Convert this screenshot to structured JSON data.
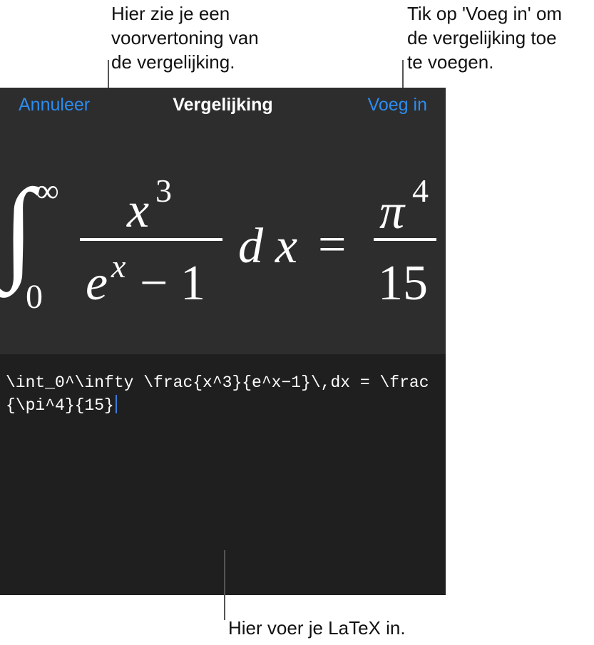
{
  "callouts": {
    "preview_line1": "Hier zie je een",
    "preview_line2": "voorvertoning van",
    "preview_line3": "de vergelijking.",
    "insert_line1": "Tik op 'Voeg in' om",
    "insert_line2": "de vergelijking toe",
    "insert_line3": "te voegen.",
    "latex_hint": "Hier voer je LaTeX in."
  },
  "header": {
    "cancel_label": "Annuleer",
    "title": "Vergelijking",
    "insert_label": "Voeg in"
  },
  "preview": {
    "integral": "∫",
    "upper_limit": "∞",
    "lower_limit": "0",
    "numerator_base": "x",
    "numerator_exp": "3",
    "denominator_base": "e",
    "denominator_exp": "x",
    "denominator_rest": "− 1",
    "differential_d": "d",
    "differential_x": "x",
    "equals": "=",
    "rhs_numerator_base": "π",
    "rhs_numerator_exp": "4",
    "rhs_denominator": "15"
  },
  "editor": {
    "latex": "\\int_0^\\infty \\frac{x^3}{e^x−1}\\,dx = \\frac{\\pi^4}{15}"
  },
  "colors": {
    "accent": "#2d8cf0",
    "preview_bg": "#2d2d2d",
    "editor_bg": "#1f1f1f",
    "caret": "#3b7dd8"
  }
}
